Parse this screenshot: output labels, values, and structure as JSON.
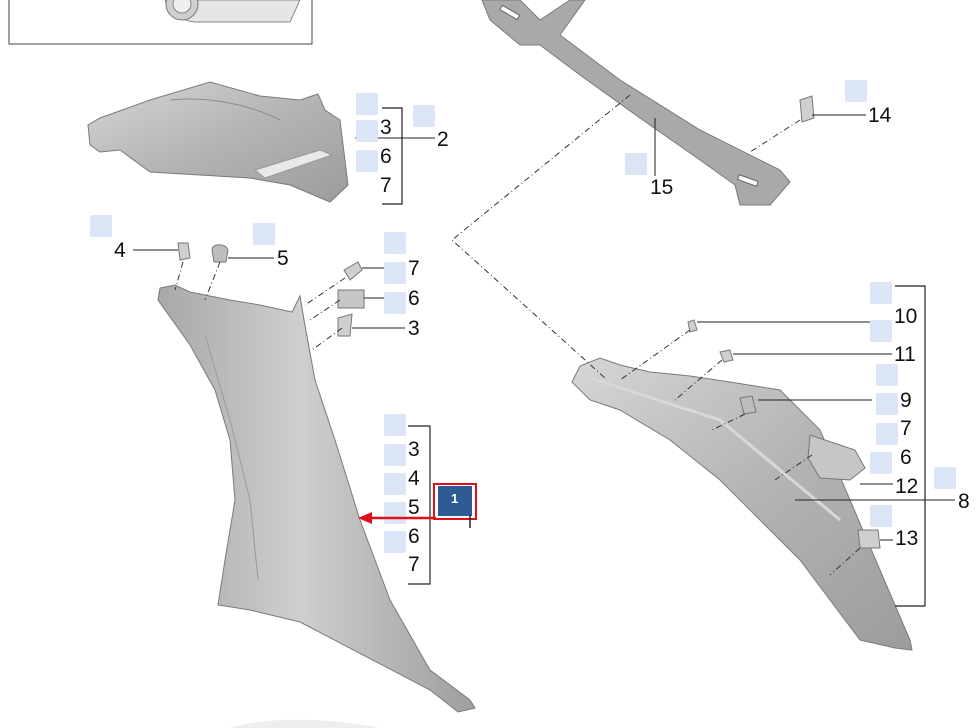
{
  "colors": {
    "part_fill": "#b9b9b9",
    "hotspot": "#dbe5f6",
    "selected_fill": "#2f5b94",
    "selected_border": "#e0101a",
    "arrow": "#e0101a",
    "leader": "#222222"
  },
  "callouts": {
    "c2_3": "3",
    "c2_6": "6",
    "c2_7": "7",
    "c2": "2",
    "c4": "4",
    "c5": "5",
    "c7a": "7",
    "c6a": "6",
    "c3a": "3",
    "g1_3": "3",
    "g1_4": "4",
    "g1_5": "5",
    "g1_6": "6",
    "g1_7": "7",
    "c14": "14",
    "c15": "15",
    "c10": "10",
    "c11": "11",
    "c9": "9",
    "c7b": "7",
    "c6b": "6",
    "c12": "12",
    "c8": "8",
    "c13": "13"
  },
  "selected": {
    "label": "1",
    "stem_label": "1"
  }
}
